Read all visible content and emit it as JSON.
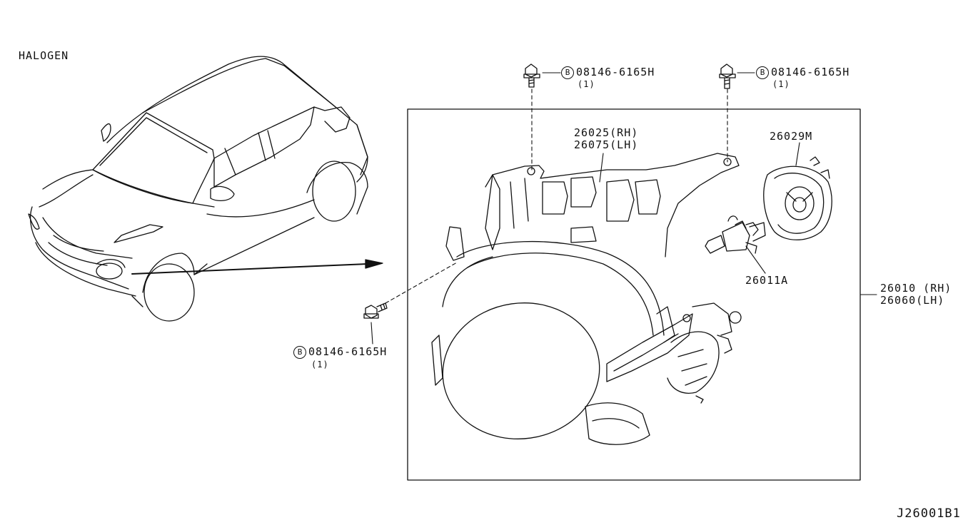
{
  "variant_label": "HALOGEN",
  "diagram_id": "J26001B1",
  "bolt_mark": "B",
  "bolts": [
    {
      "part_no": "08146-6165H",
      "qty": "(1)"
    },
    {
      "part_no": "08146-6165H",
      "qty": "(1)"
    },
    {
      "part_no": "08146-6165H",
      "qty": "(1)"
    }
  ],
  "parts": {
    "housing": {
      "rh": "26025(RH)",
      "lh": "26075(LH)"
    },
    "cap": "26029M",
    "bulb": "26011A",
    "assembly": {
      "rh": "26010 (RH)",
      "lh": "26060(LH)"
    }
  }
}
